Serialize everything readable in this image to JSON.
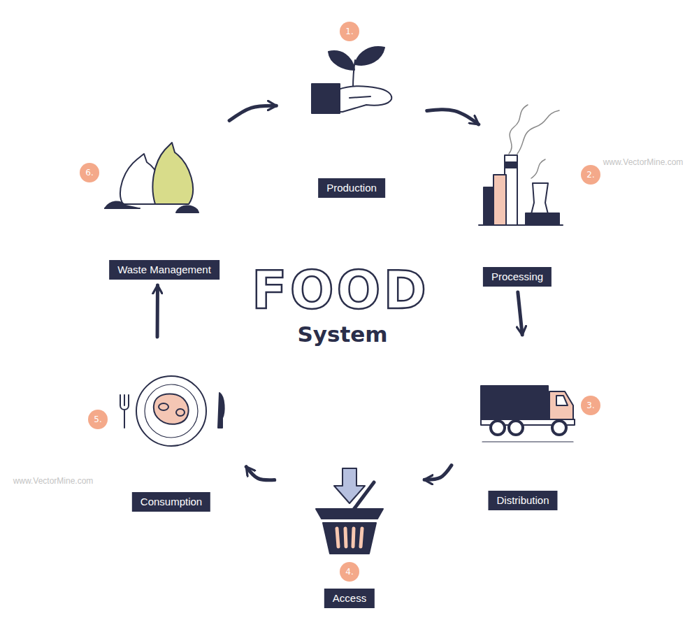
{
  "diagram": {
    "title": "FOOD",
    "nodes": [
      {
        "text": [
          "Production"
        ]
      },
      {
        "text": [
          "Processing"
        ]
      },
      {
        "text": [
          "Distribution"
        ]
      },
      {
        "text": [
          "Access"
        ]
      },
      {
        "text": [
          "Consumption"
        ]
      },
      {
        "text": [
          "Waste Management"
        ]
      }
    ],
    "edges": [
      {
        "from": 0,
        "to": 1,
        "arrow": "to"
      },
      {
        "from": 1,
        "to": 2,
        "arrow": "to"
      },
      {
        "from": 2,
        "to": 3,
        "arrow": "to"
      },
      {
        "from": 3,
        "to": 4,
        "arrow": "to"
      },
      {
        "from": 4,
        "to": 5,
        "arrow": "to"
      },
      {
        "from": 5,
        "to": 0,
        "arrow": "to"
      }
    ],
    "labels": [
      "System",
      "1.",
      "2.",
      "3.",
      "4.",
      "5.",
      "6.",
      "www.VectorMine.com",
      "www.VectorMine.com"
    ]
  }
}
